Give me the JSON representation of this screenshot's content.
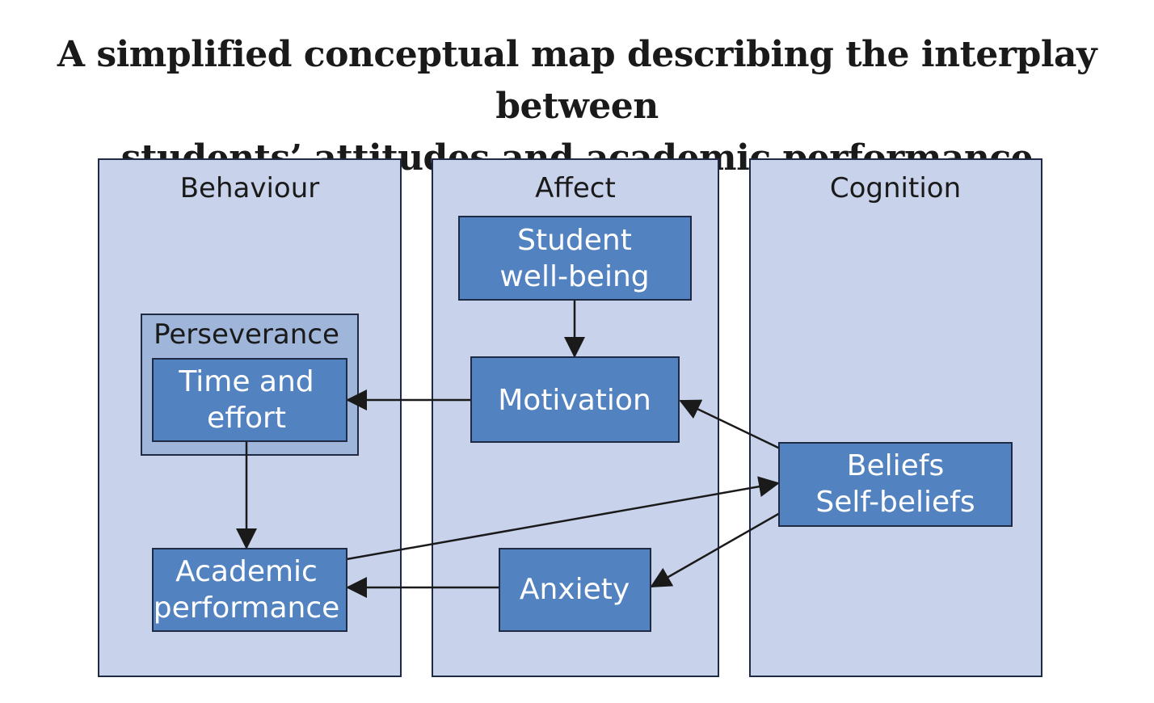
{
  "title": {
    "line1": "A simplified conceptual map describing the interplay between",
    "line2": "students’ attitudes and academic performance"
  },
  "columns": {
    "behaviour": "Behaviour",
    "affect": "Affect",
    "cognition": "Cognition"
  },
  "groups": {
    "perseverance": "Perseverance"
  },
  "nodes": {
    "wellbeing": {
      "line1": "Student",
      "line2": "well-being"
    },
    "motivation": {
      "line1": "Motivation"
    },
    "time_effort": {
      "line1": "Time and",
      "line2": "effort"
    },
    "beliefs": {
      "line1": "Beliefs",
      "line2": "Self-beliefs"
    },
    "academic": {
      "line1": "Academic",
      "line2": "performance"
    },
    "anxiety": {
      "line1": "Anxiety"
    }
  },
  "colors": {
    "column_fill": "#c8d3eb",
    "group_fill": "#9fb5da",
    "node_fill": "#5283c0",
    "border": "#1f2a44",
    "arrow": "#1a1a1a"
  }
}
